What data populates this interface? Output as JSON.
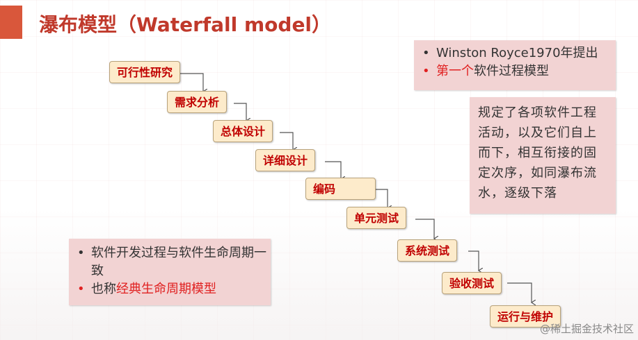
{
  "slide": {
    "title": "瀑布模型（Waterfall model）",
    "steps": [
      "可行性研究",
      "需求分析",
      "总体设计",
      "详细设计",
      "编码",
      "单元测试",
      "系统测试",
      "验收测试",
      "运行与维护"
    ],
    "note_top": {
      "line1": "Winston Royce1970年提出",
      "line2_red": "第一个",
      "line2_rest": "软件过程模型"
    },
    "note_desc": "规定了各项软件工程活动，以及它们自上而下，相互衔接的固定次序，如同瀑布流水，逐级下落",
    "note_bottom": {
      "line1": "软件开发过程与软件生命周期一致",
      "line2_prefix": "也称",
      "line2_red": "经典生命周期模型"
    },
    "bullet": "•",
    "watermark": "@稀土掘金技术社区",
    "colors": {
      "accent": "#d9573b",
      "title": "#c0392b",
      "step_fill": "#fdebcb",
      "step_text": "#c00000",
      "note_fill": "#f2d3d3",
      "highlight": "#e02020"
    }
  }
}
